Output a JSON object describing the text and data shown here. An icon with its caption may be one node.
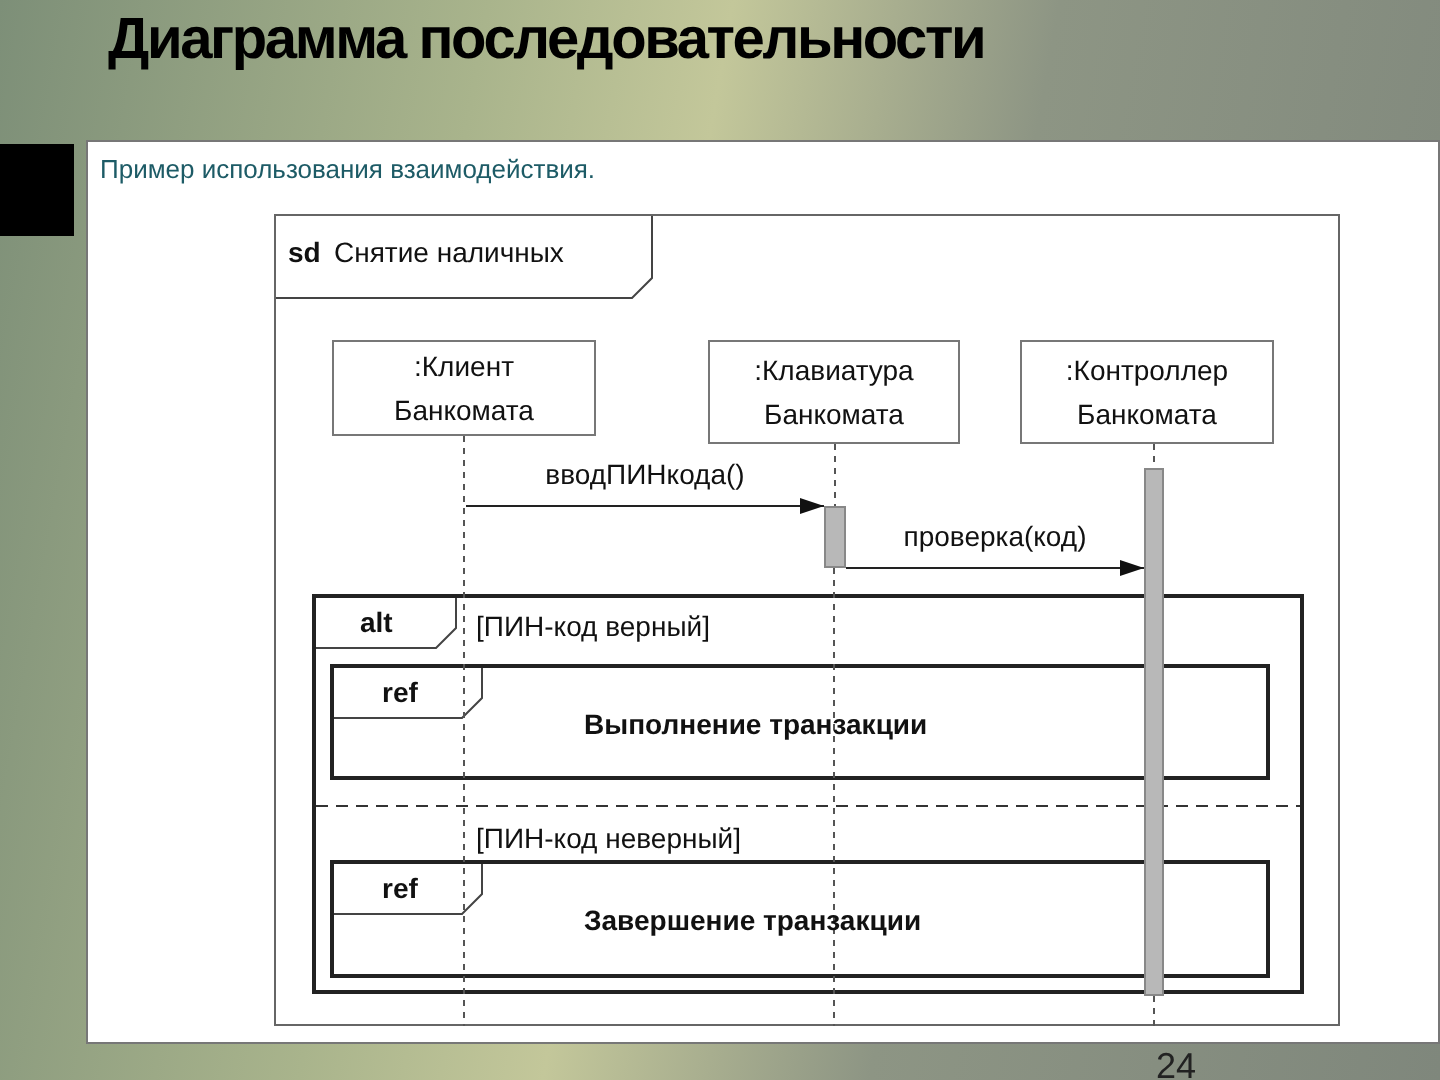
{
  "diagram": {
    "title": "Диаграмма последовательности",
    "nodes": [
      {
        "text": [
          "sd",
          "Снятие наличных"
        ]
      },
      {
        "text": [
          ":Клиент Банкомата"
        ],
        "in": 0
      },
      {
        "text": [
          ":Клавиатура Банкомата"
        ],
        "in": 0
      },
      {
        "text": [
          ":Контроллер Банкомата"
        ],
        "in": 0
      },
      {
        "text": [],
        "shape": "bar",
        "in": 0
      },
      {
        "text": [],
        "shape": "bar",
        "in": 0
      },
      {
        "text": [
          "alt",
          "[ПИН-код верный]",
          "[ПИН-код неверный]"
        ],
        "in": 0
      },
      {
        "text": [
          "ref",
          "Выполнение транзакции"
        ],
        "in": 6
      },
      {
        "text": [
          "ref",
          "Завершение транзакции"
        ],
        "in": 6
      }
    ],
    "edges": [
      {
        "from": 2,
        "to": 4,
        "arrow": "none",
        "style": "dashed"
      },
      {
        "from": 3,
        "to": 5,
        "arrow": "none",
        "style": "dashed"
      },
      {
        "from": null,
        "to": 4,
        "arrow": "to",
        "label": "вводПИНкода()"
      },
      {
        "from": 4,
        "to": 5,
        "arrow": "to",
        "label": "проверка(код)"
      }
    ],
    "labels": [
      "Пример использования взаимодействия.",
      "24"
    ]
  }
}
